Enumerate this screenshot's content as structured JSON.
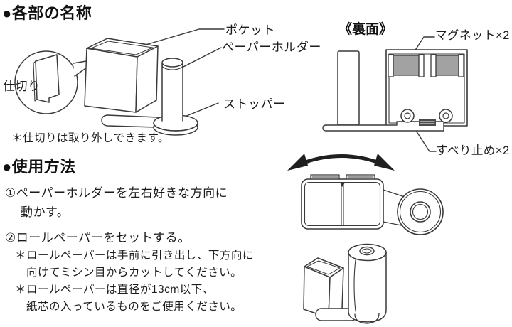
{
  "parts": {
    "title": "●各部の名称",
    "label_pocket": "ポケット",
    "label_paper_holder": "ペーパーホルダー",
    "label_stopper": "ストッパー",
    "label_divider": "仕切り",
    "note": "＊仕切りは取り外しできます。"
  },
  "back": {
    "title": "《裏面》",
    "label_magnet": "マグネット×2",
    "label_anti_slip": "すべり止め×2"
  },
  "usage": {
    "title": "●使用方法",
    "step1_line1": "①ペーパーホルダーを左右好きな方向に",
    "step1_line2": "動かす。",
    "step2_line1": "②ロールペーパーをセットする。",
    "note1_line1": "＊ロールペーパーは手前に引き出し、下方向に",
    "note1_line2": "向けてミシン目からカットしてください。",
    "note2_line1": "＊ロールペーパーは直径が13cm以下、",
    "note2_line2": "紙芯の入っているものをご使用ください。"
  },
  "colors": {
    "background": "#ffffff",
    "line": "#3a3a3a",
    "text": "#1c1c1c",
    "magnet_fill": "#a2a2a2",
    "arrow": "#1f1f1f"
  }
}
